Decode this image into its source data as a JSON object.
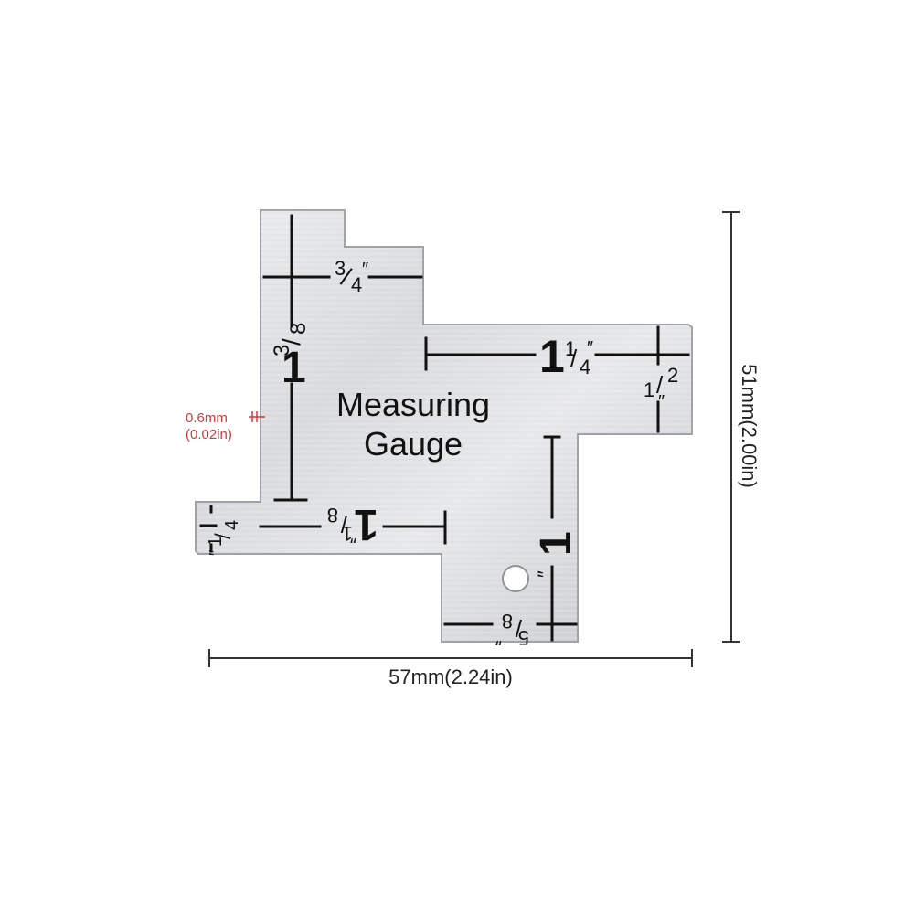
{
  "title_line1": "Measuring",
  "title_line2": "Gauge",
  "width_label": "57mm(2.24in)",
  "height_label": "51mm(2.00in)",
  "thickness_mm": "0.6mm",
  "thickness_in": "(0.02in)",
  "marks": {
    "m_3_4": {
      "n": "3",
      "d": "4",
      "w": "",
      "q": "″"
    },
    "m_1_3_8": {
      "w": "1",
      "n": "3",
      "d": "8"
    },
    "m_1_1_4": {
      "w": "1",
      "n": "1",
      "d": "4",
      "q": "″"
    },
    "m_1_2": {
      "n": "1",
      "d": "2",
      "q": "″"
    },
    "m_1_4": {
      "n": "1",
      "d": "4",
      "q": "″"
    },
    "m_1_1_8": {
      "w": "1",
      "n": "1",
      "d": "8",
      "q": "″"
    },
    "m_1": {
      "w": "1",
      "q": "″"
    },
    "m_5_8": {
      "n": "5",
      "d": "8",
      "q": "″"
    }
  },
  "colors": {
    "metal_light": "#e6e7e8",
    "metal_mid": "#cfd1d3",
    "metal_dark": "#b9bbbe",
    "ink": "#111111",
    "thickness_red": "#d23a3a"
  }
}
